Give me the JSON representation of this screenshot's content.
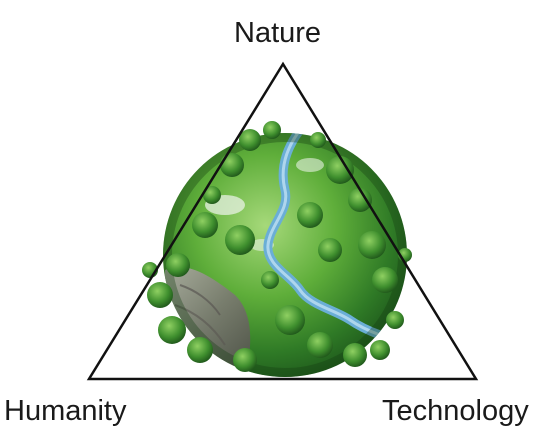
{
  "labels": {
    "top": "Nature",
    "left": "Humanity",
    "right": "Technology"
  },
  "colors": {
    "background": "#ffffff",
    "triangle_stroke": "#111111",
    "globe_grass": "#5fae3a",
    "globe_shadow": "#1f5a1c",
    "river": "#6aaed6",
    "rock": "#8c8a86"
  }
}
